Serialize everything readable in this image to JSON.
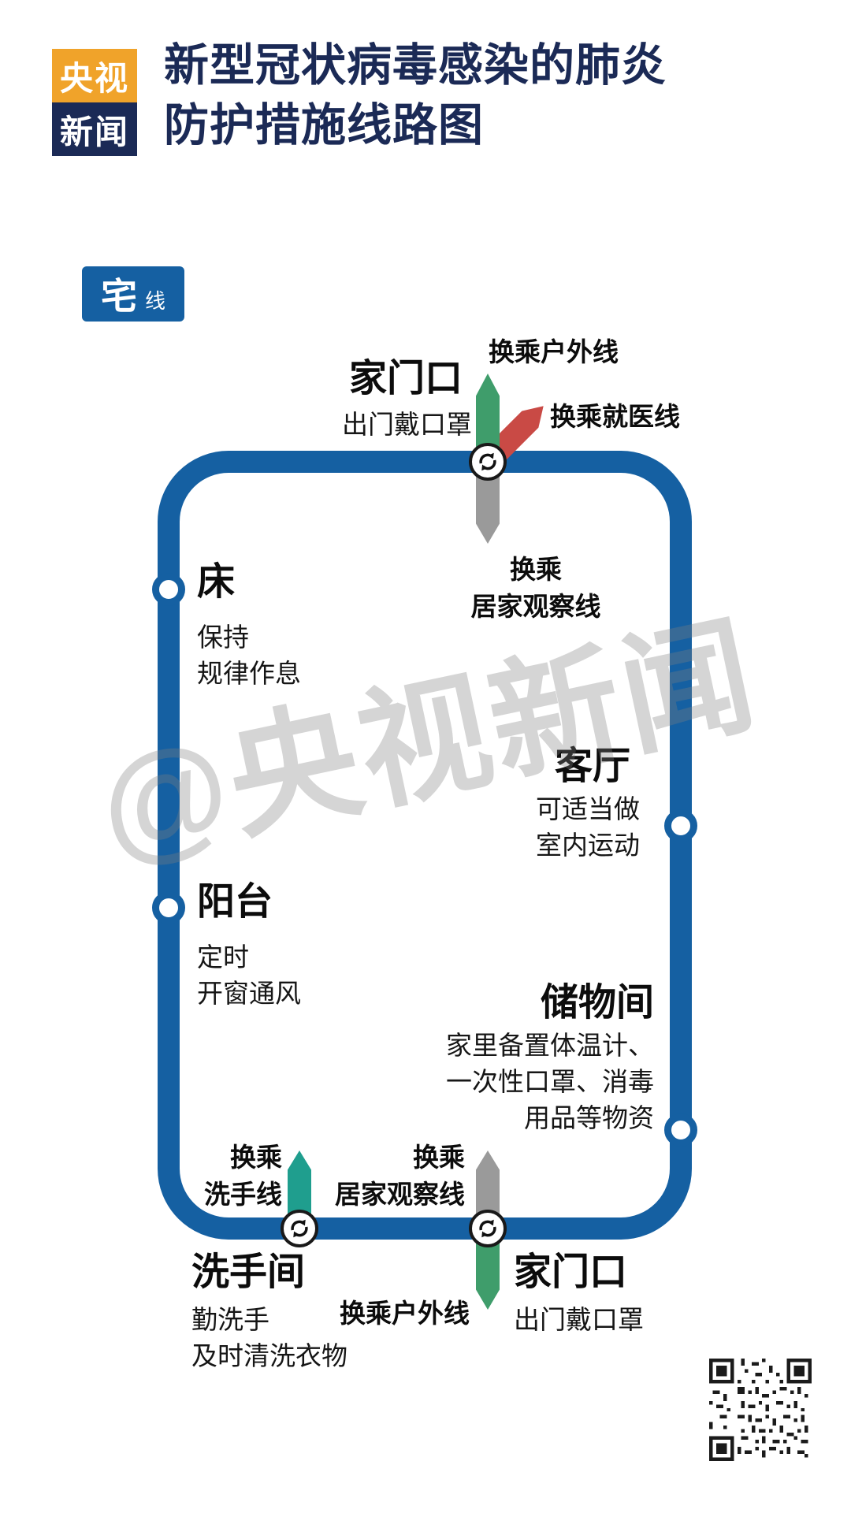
{
  "header": {
    "logo": {
      "top": "央视",
      "bottom": "新闻"
    },
    "title_line1": "新型冠状病毒感染的肺炎",
    "title_line2": "防护措施线路图",
    "badge_main": "宅",
    "badge_sub": "线"
  },
  "stations": {
    "home_top": {
      "name": "家门口",
      "note": "出门戴口罩"
    },
    "bed": {
      "name": "床",
      "note1": "保持",
      "note2": "规律作息"
    },
    "balcony": {
      "name": "阳台",
      "note1": "定时",
      "note2": "开窗通风"
    },
    "living_room": {
      "name": "客厅",
      "note1": "可适当做",
      "note2": "室内运动"
    },
    "storage": {
      "name": "储物间",
      "note1": "家里备置体温计、",
      "note2": "一次性口罩、消毒",
      "note3": "用品等物资"
    },
    "washroom": {
      "name": "洗手间",
      "note1": "勤洗手",
      "note2": "及时清洗衣物"
    },
    "home_bottom": {
      "name": "家门口",
      "note": "出门戴口罩"
    }
  },
  "transfers": {
    "outdoor_top": "换乘户外线",
    "medical": "换乘就医线",
    "observe_top_l1": "换乘",
    "observe_top_l2": "居家观察线",
    "wash_l1": "换乘",
    "wash_l2": "洗手线",
    "observe_bottom_l1": "换乘",
    "observe_bottom_l2": "居家观察线",
    "outdoor_bottom": "换乘户外线"
  },
  "watermark": "@央视新闻",
  "colors": {
    "line_blue": "#1560a2",
    "title_navy": "#1b2a56",
    "logo_orange": "#f0a32a",
    "outdoor_green": "#3f9d6b",
    "wash_teal": "#1f9e8e",
    "medical_red": "#c94a45",
    "observe_gray": "#9a9a9a"
  }
}
